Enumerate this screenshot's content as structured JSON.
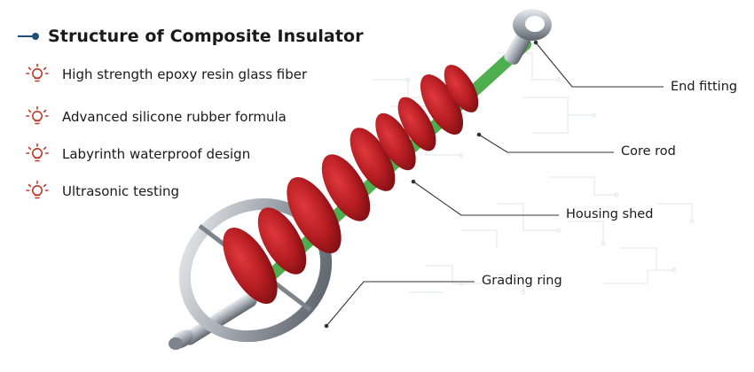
{
  "header": {
    "title": "Structure of Composite Insulator"
  },
  "features": [
    {
      "label": "High strength epoxy resin glass fiber",
      "icon": "lightbulb-icon"
    },
    {
      "label": "Advanced silicone rubber formula",
      "icon": "lightbulb-icon"
    },
    {
      "label": "Labyrinth waterproof design",
      "icon": "lightbulb-icon"
    },
    {
      "label": "Ultrasonic testing",
      "icon": "lightbulb-icon"
    }
  ],
  "callouts": [
    {
      "label": "End fitting"
    },
    {
      "label": "Core rod"
    },
    {
      "label": "Housing shed"
    },
    {
      "label": "Grading ring"
    }
  ],
  "colors": {
    "title_accent": "#1f4e79",
    "icon_red": "#c0392b",
    "shed_red": "#b01e22",
    "core_green": "#3aa83a",
    "metal_gray": "#9aa0a8",
    "leader_line": "#333333"
  }
}
